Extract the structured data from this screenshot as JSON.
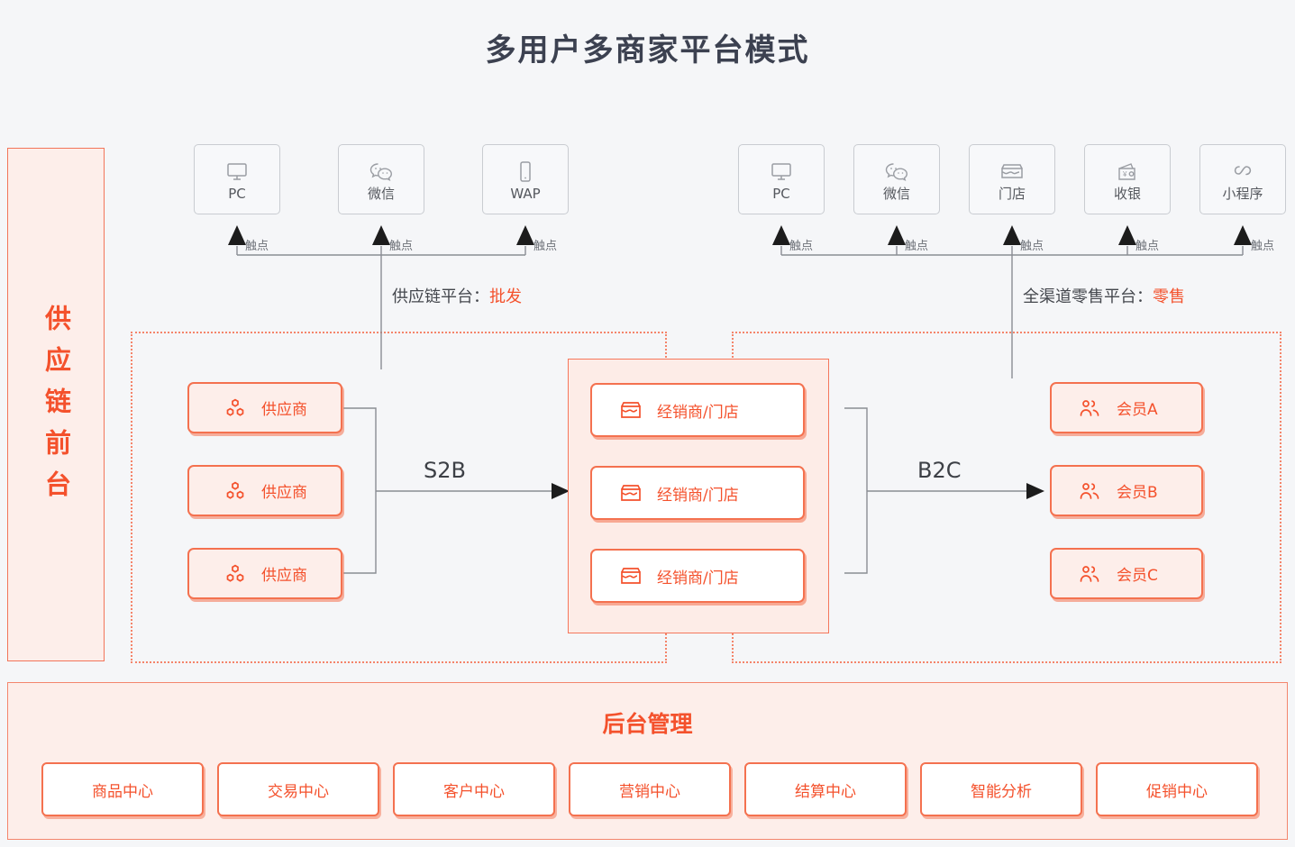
{
  "title": "多用户多商家平台模式",
  "side_band": {
    "label": "供应链前台"
  },
  "channels_left": [
    {
      "label": "PC",
      "icon": "monitor-icon",
      "touchpoint": "触点"
    },
    {
      "label": "微信",
      "icon": "wechat-icon",
      "touchpoint": "触点"
    },
    {
      "label": "WAP",
      "icon": "mobile-icon",
      "touchpoint": "触点"
    }
  ],
  "channels_right": [
    {
      "label": "PC",
      "icon": "monitor-icon",
      "touchpoint": "触点"
    },
    {
      "label": "微信",
      "icon": "wechat-icon",
      "touchpoint": "触点"
    },
    {
      "label": "门店",
      "icon": "store-icon",
      "touchpoint": "触点"
    },
    {
      "label": "收银",
      "icon": "cashier-icon",
      "touchpoint": "触点"
    },
    {
      "label": "小程序",
      "icon": "miniprogram-icon",
      "touchpoint": "触点"
    }
  ],
  "platforms": {
    "left": {
      "prefix": "供应链平台：",
      "value": "批发"
    },
    "right": {
      "prefix": "全渠道零售平台：",
      "value": "零售"
    }
  },
  "suppliers": [
    {
      "label": "供应商",
      "icon": "supplier-icon"
    },
    {
      "label": "供应商",
      "icon": "supplier-icon"
    },
    {
      "label": "供应商",
      "icon": "supplier-icon"
    }
  ],
  "dealers": [
    {
      "label": "经销商/门店",
      "icon": "store-icon"
    },
    {
      "label": "经销商/门店",
      "icon": "store-icon"
    },
    {
      "label": "经销商/门店",
      "icon": "store-icon"
    }
  ],
  "members": [
    {
      "label": "会员A",
      "icon": "members-icon"
    },
    {
      "label": "会员B",
      "icon": "members-icon"
    },
    {
      "label": "会员C",
      "icon": "members-icon"
    }
  ],
  "flows": {
    "left": "S2B",
    "right": "B2C"
  },
  "admin": {
    "title": "后台管理",
    "cards": [
      {
        "label": "商品中心"
      },
      {
        "label": "交易中心"
      },
      {
        "label": "客户中心"
      },
      {
        "label": "营销中心"
      },
      {
        "label": "结算中心"
      },
      {
        "label": "智能分析"
      },
      {
        "label": "促销中心"
      }
    ]
  },
  "colors": {
    "accent": "#f4512c",
    "accent_border": "#f4714f",
    "accent_fill": "#fdeeea",
    "background": "#f5f6f8",
    "wire": "#8a8d93",
    "text_dark": "#3c4150"
  }
}
